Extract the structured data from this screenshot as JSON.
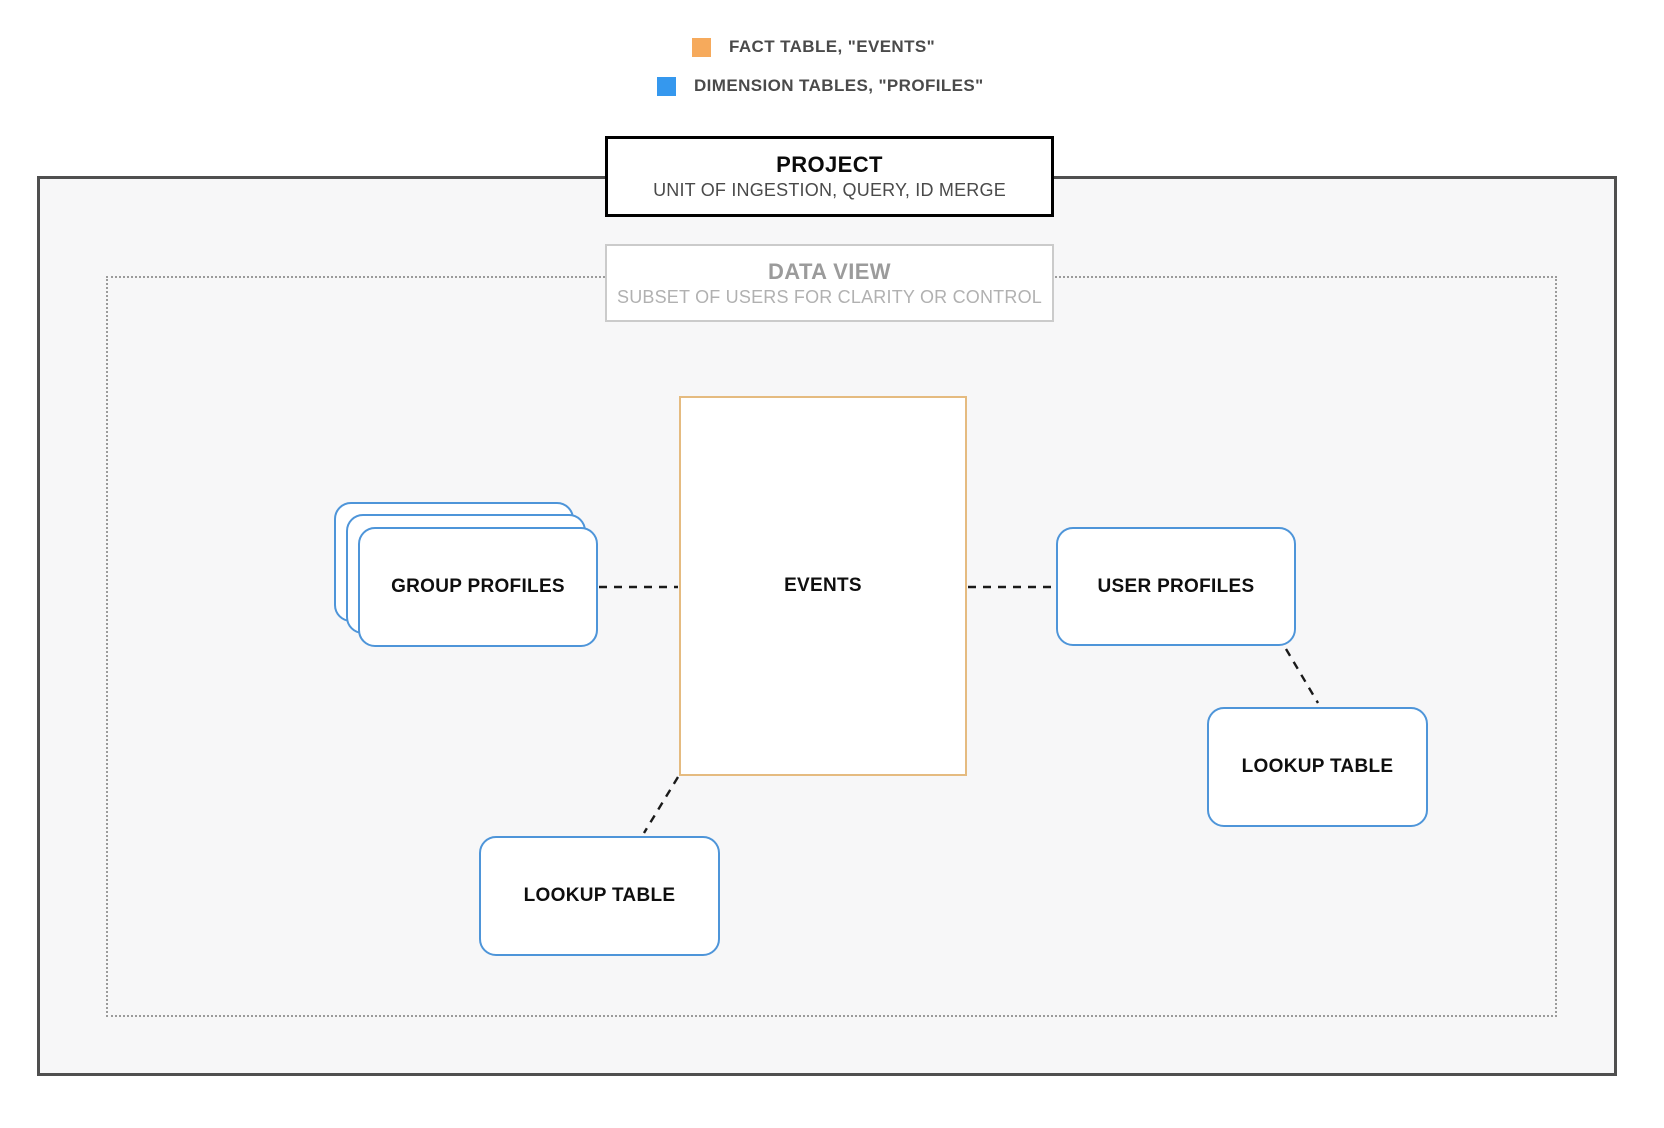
{
  "colors": {
    "canvas-bg": "#F7F7F8",
    "outer-border": "#4F4F4F",
    "dotted-border": "#9B9B9B",
    "project-border": "#000000",
    "project-subtitle": "#4A4A4A",
    "dataview-border": "#CBCBCB",
    "dataview-title": "#9B9B9B",
    "dataview-subtitle": "#B1B1B1",
    "legend-text": "#4A4A4A",
    "events-border": "#E5BB80",
    "profile-border": "#4E95D9",
    "node-text": "#0F0F0F",
    "connector": "#1A1A1A",
    "fact-orange": "#F6AA5C",
    "dimension-blue": "#3598EE"
  },
  "legend": {
    "items": [
      {
        "label": "FACT TABLE, \"EVENTS\"",
        "color": "#F6AA5C",
        "swatch_style": "background:#F6AA5C"
      },
      {
        "label": "DIMENSION TABLES, \"PROFILES\"",
        "color": "#3598EE",
        "swatch_style": "background:#3598EE"
      }
    ]
  },
  "project": {
    "title": "PROJECT",
    "subtitle": "UNIT OF INGESTION, QUERY, ID MERGE"
  },
  "data_view": {
    "title": "DATA VIEW",
    "subtitle": "SUBSET OF USERS FOR CLARITY OR CONTROL"
  },
  "nodes": {
    "events": {
      "label": "EVENTS"
    },
    "group_profiles": {
      "label": "GROUP PROFILES"
    },
    "user_profiles": {
      "label": "USER PROFILES"
    },
    "lookup_right": {
      "label": "LOOKUP TABLE"
    },
    "lookup_bottom": {
      "label": "LOOKUP TABLE"
    }
  },
  "edges": [
    {
      "from": "group_profiles",
      "to": "events",
      "style": "dashed"
    },
    {
      "from": "events",
      "to": "user_profiles",
      "style": "dashed"
    },
    {
      "from": "user_profiles",
      "to": "lookup_right",
      "style": "dashed"
    },
    {
      "from": "events",
      "to": "lookup_bottom",
      "style": "dashed"
    }
  ]
}
